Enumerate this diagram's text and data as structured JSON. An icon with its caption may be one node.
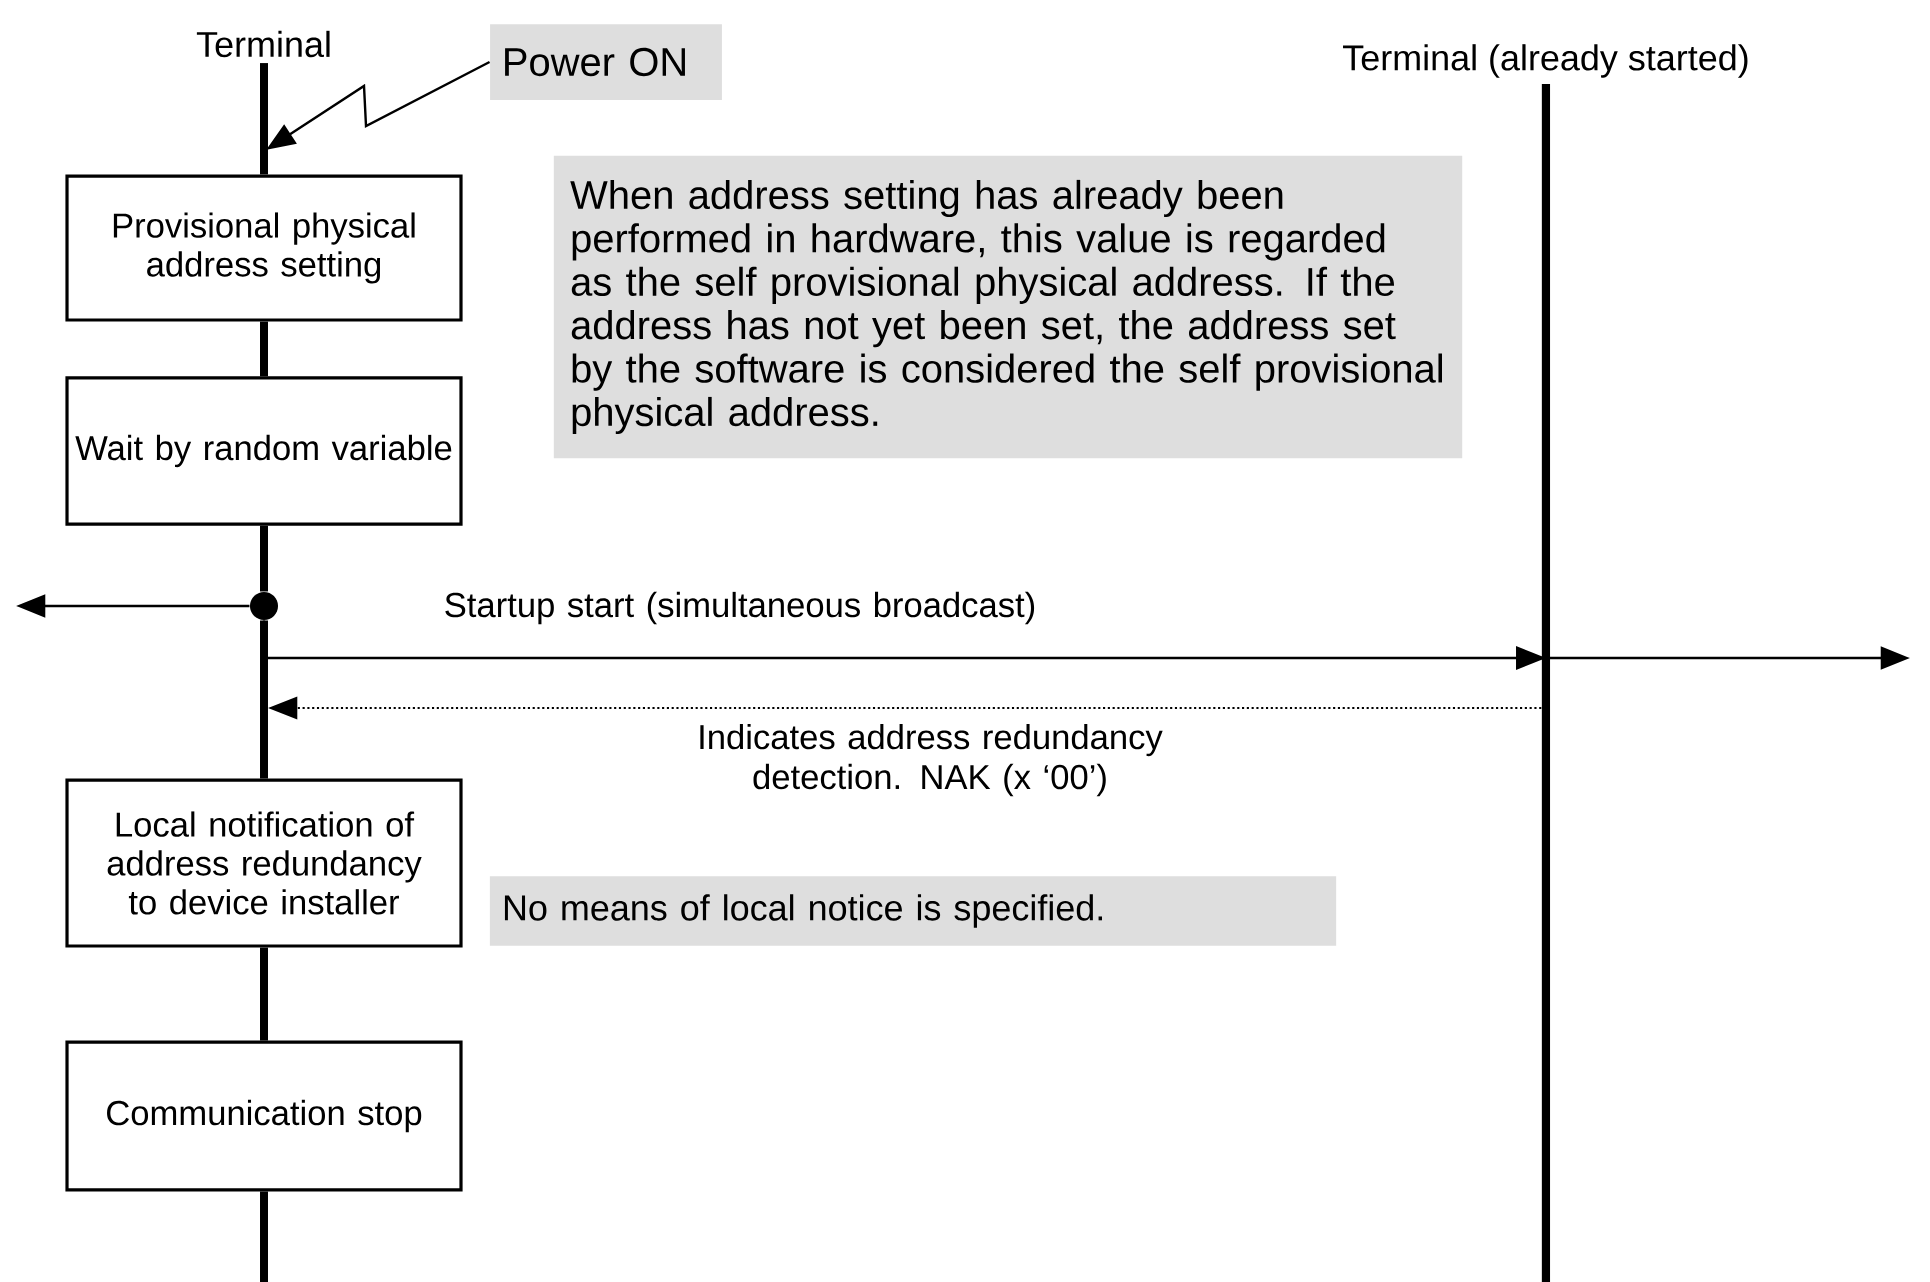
{
  "diagram": {
    "nodes": [
      {
        "text": [
          "Terminal"
        ]
      },
      {
        "text": [
          "Terminal (already started)"
        ]
      },
      {
        "text": [
          "Power ON"
        ]
      },
      {
        "text": [
          "Provisional physical address setting"
        ]
      },
      {
        "text": [
          "Wait by random variable"
        ]
      },
      {
        "text": [
          "When address setting has already been performed in hardware, this value is regarded as the self provisional physical address. If the address has not yet been set, the address set by the software is considered the self provisional physical address."
        ]
      },
      {
        "text": [],
        "shape": "circle"
      },
      {
        "text": [
          "Local notification of address redundancy to device installer"
        ]
      },
      {
        "text": [
          "No means of local notice is specified."
        ]
      },
      {
        "text": [
          "Communication stop"
        ]
      }
    ],
    "edges": [
      {
        "from": 2,
        "to": null,
        "arrow": "to"
      },
      {
        "from": 0,
        "to": 3,
        "arrow": "none"
      },
      {
        "from": 3,
        "to": 4,
        "arrow": "none"
      },
      {
        "from": 4,
        "to": 6,
        "arrow": "none"
      },
      {
        "from": 6,
        "to": null,
        "arrow": "to"
      },
      {
        "from": 6,
        "to": null,
        "arrow": "to",
        "label": "Startup start (simultaneous broadcast)"
      },
      {
        "from": 1,
        "to": null,
        "arrow": "to",
        "style": "dashed",
        "label": "Indicates address redundancy detection. NAK (x ‘00’)"
      },
      {
        "from": 6,
        "to": 7,
        "arrow": "none"
      },
      {
        "from": 7,
        "to": 9,
        "arrow": "none"
      },
      {
        "from": 9,
        "to": null,
        "arrow": "none"
      }
    ]
  }
}
